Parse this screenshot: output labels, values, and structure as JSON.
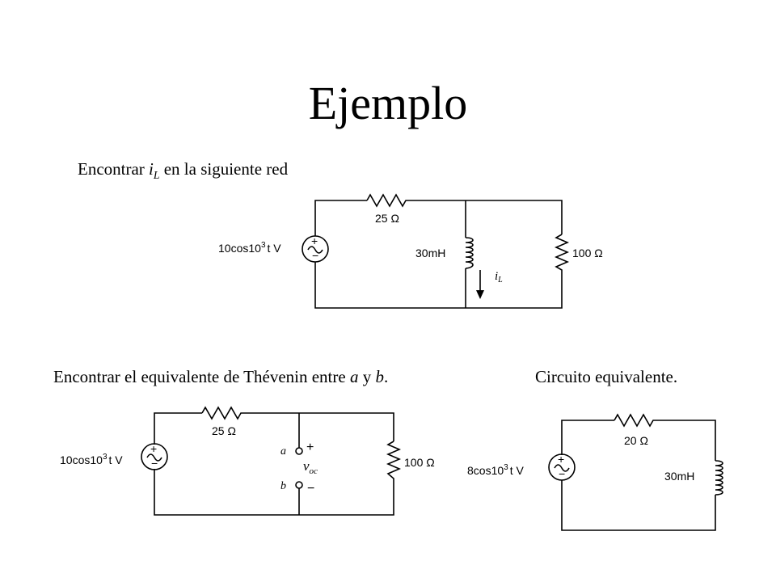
{
  "slide": {
    "title": "Ejemplo",
    "statement1": {
      "before": "Encontrar ",
      "var": "i",
      "sub": "L",
      "after": " en la siguiente red"
    },
    "statement2": {
      "text": "Encontrar el equivalente de Thévenin entre ",
      "a": "a",
      "y": " y ",
      "b": "b",
      "end": "."
    },
    "statement3": "Circuito equivalente."
  },
  "circuit1": {
    "source_pre": "10cos10",
    "source_exp": "3",
    "source_post": "t V",
    "resistor_top": "25 Ω",
    "inductor": "30mH",
    "resistor_right": "100 Ω",
    "current_var": "i",
    "current_sub": "L"
  },
  "circuit2": {
    "source_pre": "10cos10",
    "source_exp": "3",
    "source_post": "t V",
    "resistor_top": "25 Ω",
    "resistor_right": "100 Ω",
    "terminal_a": "a",
    "terminal_b": "b",
    "plus": "+",
    "minus": "−",
    "voltage_var": "v",
    "voltage_sub": "oc"
  },
  "circuit3": {
    "source_pre": "8cos10",
    "source_exp": "3",
    "source_post": "t V",
    "resistor_top": "20 Ω",
    "inductor": "30mH"
  }
}
